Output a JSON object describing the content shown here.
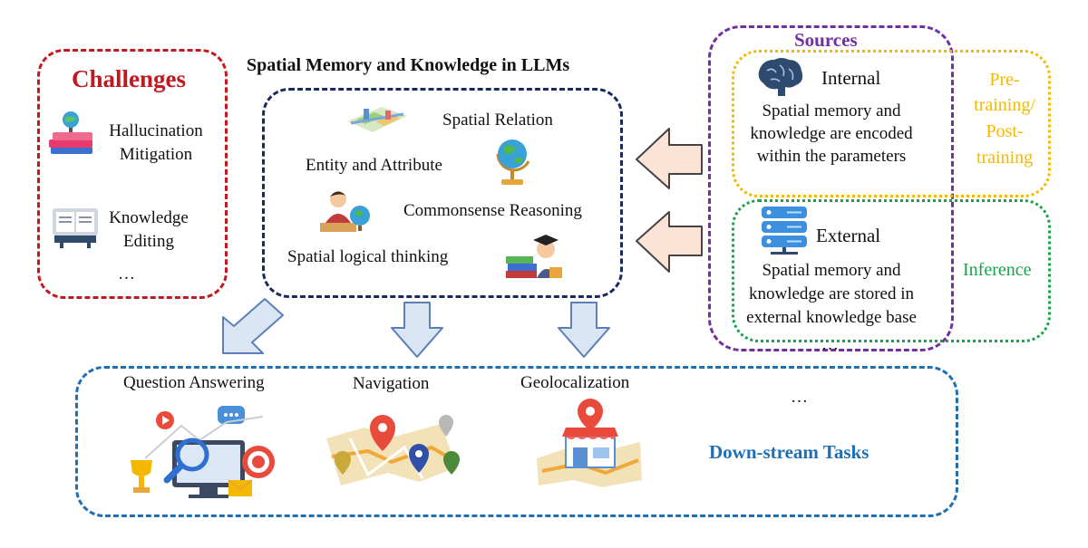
{
  "colors": {
    "challenges": "#c0191f",
    "core": "#1a2a5e",
    "sources": "#7030a0",
    "training": "#f5b800",
    "inference": "#16a34a",
    "downstream": "#1f6fb5",
    "arrow_fill": "#dbe6f4",
    "arrow_stroke": "#5b7fb8",
    "side_arrow_fill": "#fbe3d6"
  },
  "title": "Spatial Memory and Knowledge in LLMs",
  "challenges": {
    "heading": "Challenges",
    "items": [
      {
        "line1": "Hallucination",
        "line2": "Mitigation",
        "icon": "book-globe-icon"
      },
      {
        "line1": "Knowledge",
        "line2": "Editing",
        "icon": "book-stand-icon"
      }
    ],
    "more": "…"
  },
  "core": {
    "items": [
      "Spatial Relation",
      "Entity and Attribute",
      "Commonsense Reasoning",
      "Spatial logical thinking"
    ],
    "icons": [
      "city-map-icon",
      "globe-icon",
      "teacher-globe-icon",
      "graduate-books-icon"
    ]
  },
  "sources": {
    "heading": "Sources",
    "internal": {
      "title": "Internal",
      "lines": [
        "Spatial memory and",
        "knowledge are encoded",
        "within the parameters"
      ],
      "icon": "brain-icon"
    },
    "external": {
      "title": "External",
      "lines": [
        "Spatial memory and",
        "knowledge are stored in",
        "external knowledge base"
      ],
      "icon": "server-icon"
    },
    "more": "…",
    "training_label": [
      "Pre-",
      "training/",
      "Post-",
      "training"
    ],
    "inference_label": "Inference"
  },
  "downstream": {
    "label": "Down-stream Tasks",
    "tasks": [
      {
        "label": "Question Answering",
        "icon": "qa-monitor-icon"
      },
      {
        "label": "Navigation",
        "icon": "map-pins-icon"
      },
      {
        "label": "Geolocalization",
        "icon": "store-location-icon"
      }
    ],
    "more": "…"
  }
}
